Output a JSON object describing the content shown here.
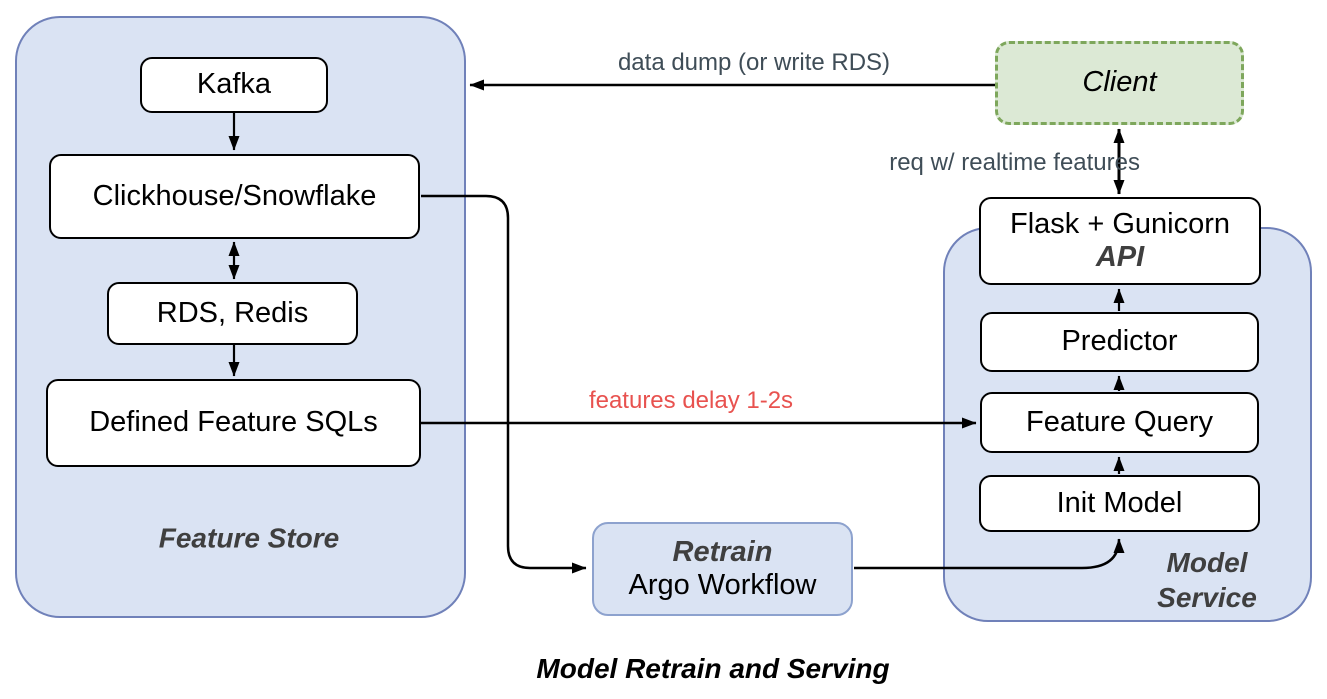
{
  "title": "Model Retrain and Serving",
  "feature_store": {
    "label": "Feature Store",
    "nodes": {
      "kafka": "Kafka",
      "clickhouse": "Clickhouse/Snowflake",
      "rds_redis": "RDS, Redis",
      "feature_sqls": "Defined Feature SQLs"
    }
  },
  "model_service": {
    "label_line1": "Model",
    "label_line2": "Service",
    "nodes": {
      "api_line1": "Flask + Gunicorn",
      "api_line2": "API",
      "predictor": "Predictor",
      "feature_query": "Feature Query",
      "init_model": "Init Model"
    }
  },
  "client": {
    "label": "Client"
  },
  "retrain": {
    "line1": "Retrain",
    "line2": "Argo Workflow"
  },
  "edge_labels": {
    "data_dump": "data dump (or write RDS)",
    "req_prefix": "req w/ ",
    "req_highlight": "realtime features",
    "features_delay": "features delay 1-2s"
  },
  "colors": {
    "container_fill": "#dae3f3",
    "container_border": "#7081b9",
    "node_fill": "#ffffff",
    "node_border": "#000000",
    "client_fill": "#dce9d5",
    "client_border": "#7ea75c",
    "retrain_border": "#8da2ce",
    "accent_red": "#e8524f",
    "edge_label_dark": "#3f4d57",
    "container_label_color": "#3f3f3f"
  }
}
